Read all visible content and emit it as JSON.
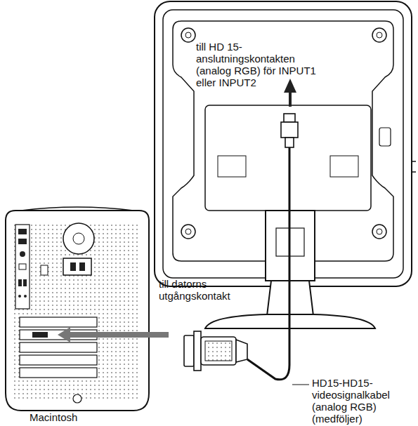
{
  "diagram": {
    "labels": [
      "till HD 15-anslutningskontakten (analog RGB) för INPUT1 eller INPUT2",
      "till datorns utgångskontakt",
      "HD15-HD15-videosignalkabel (analog RGB) (medföljer)",
      "Macintosh"
    ]
  }
}
